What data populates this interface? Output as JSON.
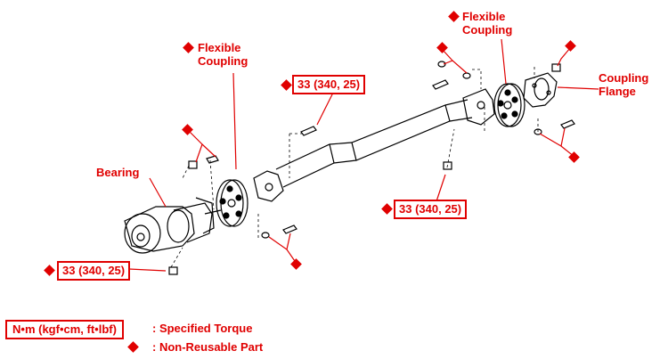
{
  "labels": {
    "flexible_coupling": [
      "Flexible",
      "Coupling"
    ],
    "coupling_flange": [
      "Coupling",
      "Flange"
    ],
    "bearing": "Bearing"
  },
  "torques": {
    "center": "33 (340, 25)",
    "right": "33 (340, 25)",
    "left": "33 (340, 25)"
  },
  "legend": {
    "unit_box": "N•m (kgf•cm, ft•lbf)",
    "unit_desc": ":  Specified Torque",
    "nonreusable_desc": ":  Non-Reusable Part"
  },
  "colors": {
    "annotation": "#e00000",
    "drawing": "#000000"
  },
  "icons": {
    "non_reusable": "red-diamond-icon"
  }
}
